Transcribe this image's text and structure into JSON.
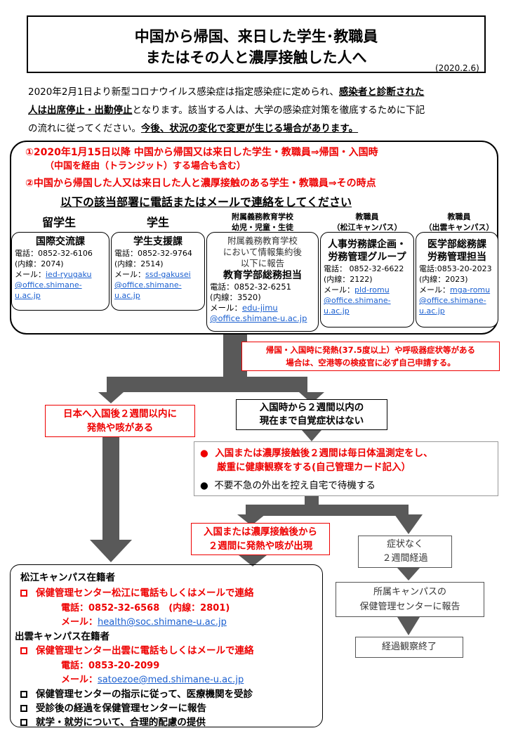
{
  "title": {
    "line1": "中国から帰国、来日した学生･教職員",
    "line2": "またはその人と濃厚接触した人へ",
    "date": "(2020.2.6)"
  },
  "intro": {
    "line1a": "2020年2月1日より新型コロナウイルス感染症は指定感染症に定められ、",
    "line1b": "感染者と診断された",
    "line2a": "人は出席停止・出勤停止",
    "line2b": "となります。該当する人は、大学の感染症対策を徹底するために下記",
    "line3a": "の流れに従ってください。",
    "line3b": "今後、状況の変化で変更が生じる場合があります。"
  },
  "conditions": {
    "c1": "①2020年1月15日以降 中国から帰国又は来日した学生・教職員⇒帰国・入国時",
    "c1sub": "（中国を経由（トランジット）する場合も含む）",
    "c2": "②中国から帰国した人又は来日した人と濃厚接触のある学生・教職員⇒その時点",
    "contact_heading": "以下の該当部署に電話またはメールで連絡をしてください"
  },
  "departments": [
    {
      "label": "留学生",
      "name": "国際交流課",
      "phone": "電話：0852-32-6106",
      "ext": "(内線：2074)",
      "mail_label": "メール：",
      "mail1": "ied-ryugaku",
      "mail2": "@office.shimane-",
      "mail3": "u.ac.jp"
    },
    {
      "label": "学生",
      "name": "学生支援課",
      "phone": "電話：0852-32-9764",
      "ext": "(内線：2514)",
      "mail_label": "メール：",
      "mail1": "ssd-gakusei",
      "mail2": "@office.shimane-",
      "mail3": "u.ac.jp"
    },
    {
      "label1": "附属義務教育学校",
      "label2": "幼児・児童・生徒",
      "note1": "附属義務教育学校",
      "note2": "において情報集約後",
      "note3": "以下に報告",
      "name": "教育学部総務担当",
      "phone": "電話：0852-32-6251",
      "ext": "(内線：3520)",
      "mail_label": "メール：",
      "mail1": "edu-jimu",
      "mail2": "@office.shimane-u.ac.jp"
    },
    {
      "label1": "教職員",
      "label2": "（松江キャンパス）",
      "name1": "人事労務課企画・",
      "name2": "労務管理グループ",
      "phone": "電話： 0852-32-6622",
      "ext": "(内線：2122)",
      "mail_label": "メール：",
      "mail1": "pld-romu",
      "mail2": "@office.shimane-",
      "mail3": "u.ac.jp"
    },
    {
      "label1": "教職員",
      "label2": "（出雲キャンパス）",
      "name1": "医学部総務課",
      "name2": "労務管理担当",
      "phone": "電話:0853-20-2023",
      "ext": "(内線：2023)",
      "mail_label": "メール：",
      "mail1": "mga-romu",
      "mail2": "@office.shimane-",
      "mail3": "u.ac.jp"
    }
  ],
  "notice": {
    "line1": "帰国・入国時に発熱(37.5度以上）や呼吸器症状等がある",
    "line2": "場合は、空港等の検疫官に必ず自己申請する。"
  },
  "flow": {
    "fever_box1": "日本へ入国後２週間以内に",
    "fever_box2": "発熱や咳がある",
    "nosym_box1": "入国時から２週間以内の",
    "nosym_box2": "現在まで自覚症状はない",
    "bullet1a": "入国または濃厚接触後２週間は毎日体温測定をし、",
    "bullet1b": "厳重に健康観察をする(自己管理カード記入）",
    "bullet2": "不要不急の外出を控え自宅で待機する",
    "fever2_box1": "入国または濃厚接触後から",
    "fever2_box2": "２週間に発熱や咳が出現",
    "nosym2_1": "症状なく",
    "nosym2_2": "２週間経過",
    "report1": "所属キャンパスの",
    "report2": "保健管理センターに報告",
    "end": "経過観察終了"
  },
  "bottom": {
    "matsue_head": "松江キャンパス在籍者",
    "matsue_item": "保健管理センター松江に電話もしくはメールで連絡",
    "matsue_phone": "電話：0852-32-6568　(内線：2801)",
    "matsue_mail_label": "メール：",
    "matsue_mail": "health@soc.shimane-u.ac.jp",
    "izumo_head": "出雲キャンパス在籍者",
    "izumo_item": "保健管理センター出雲に電話もしくはメールで連絡",
    "izumo_phone": "電話：0853-20-2099",
    "izumo_mail_label": "メール：",
    "izumo_mail": "satoezoe@med.shimane-u.ac.jp",
    "item3": "保健管理センターの指示に従って、医療機関を受診",
    "item4": "受診後の経過を保健管理センターに報告",
    "item5": "就学・就労について、合理的配慮の提供"
  }
}
